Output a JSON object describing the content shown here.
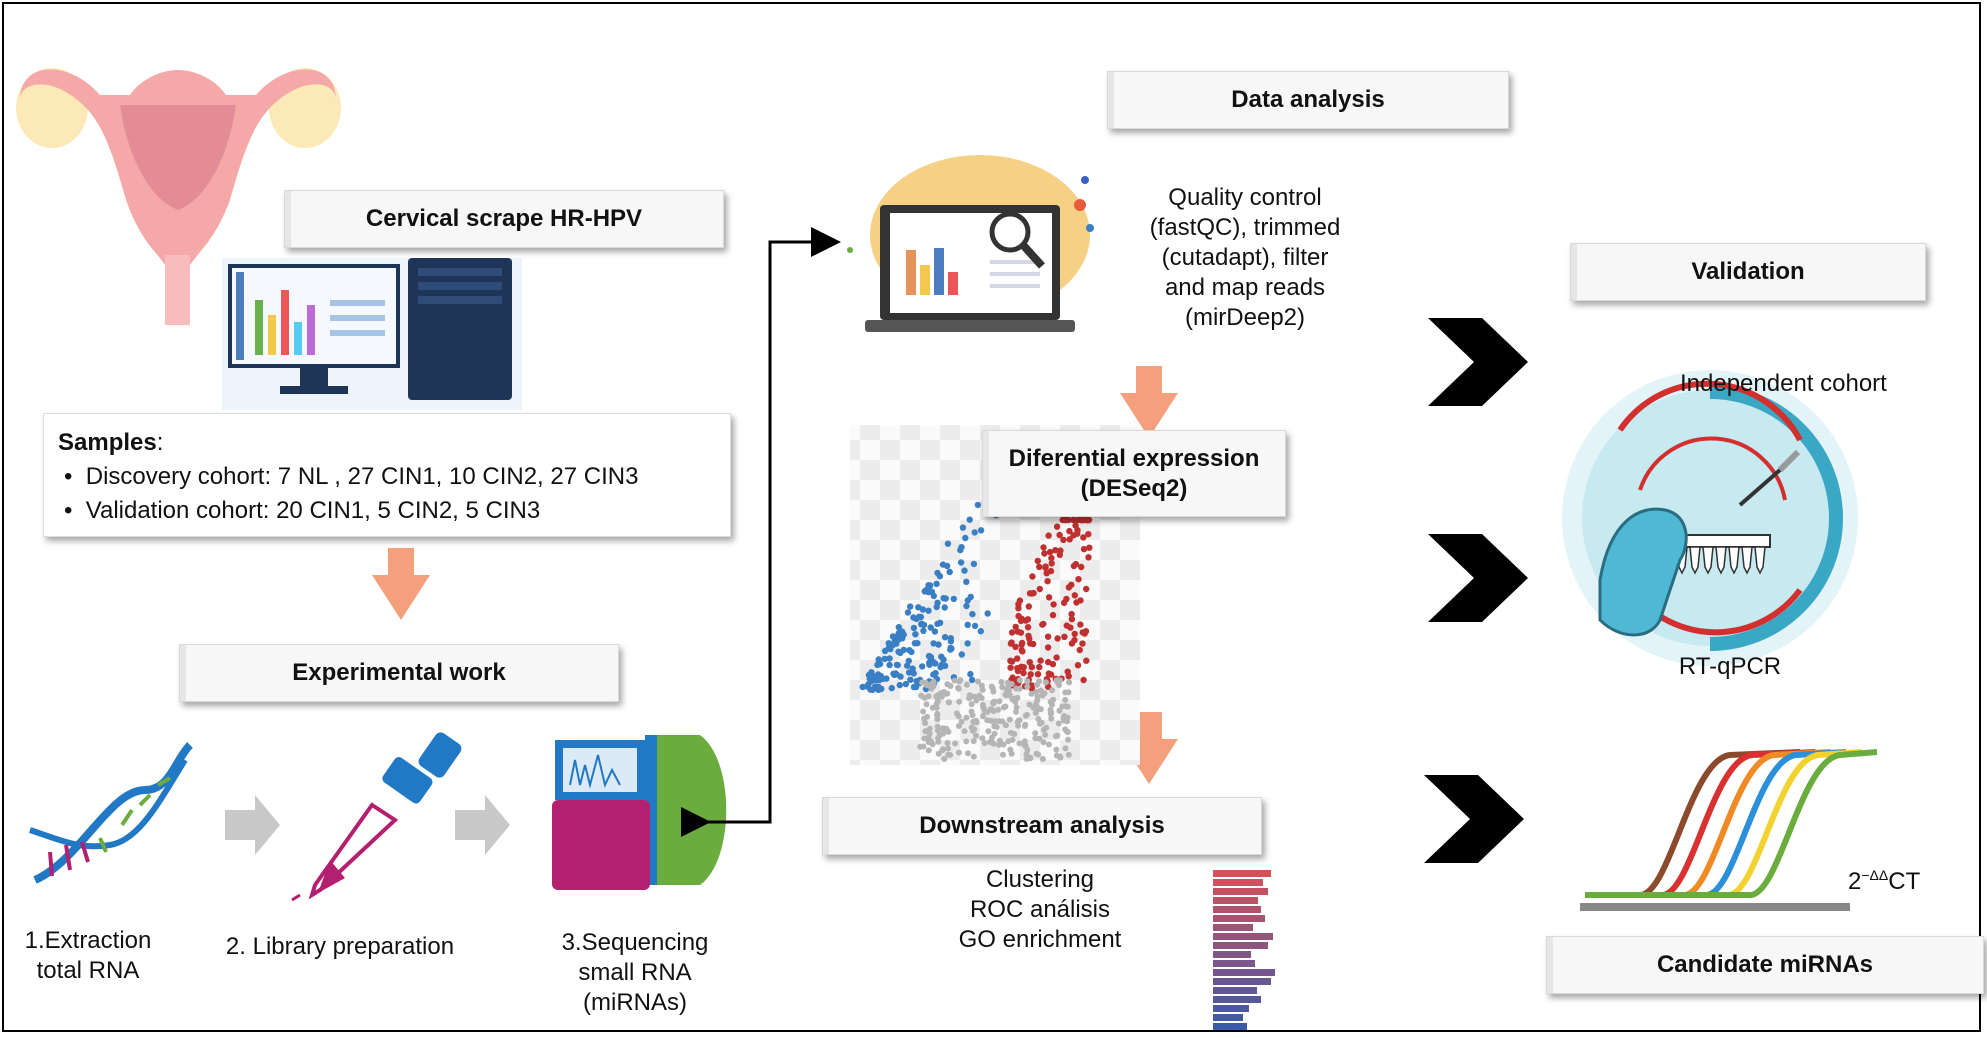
{
  "boxes": {
    "cervical_scrape": "Cervical scrape HR-HPV",
    "experimental_work": "Experimental work",
    "data_analysis": "Data analysis",
    "differential_expression_line1": "Diferential expression",
    "differential_expression_line2": "(DESeq2)",
    "downstream_analysis": "Downstream analysis",
    "validation": "Validation",
    "candidate_mirnas": "Candidate miRNAs"
  },
  "samples": {
    "heading": "Samples",
    "colon": ":",
    "discovery": "Discovery cohort: 7 NL , 27 CIN1, 10 CIN2, 27 CIN3",
    "validation": "Validation cohort: 20 CIN1, 5 CIN2, 5 CIN3"
  },
  "steps": {
    "extraction_line1": "1.Extraction",
    "extraction_line2": "total RNA",
    "library": "2. Library preparation",
    "sequencing_line1": "3.Sequencing",
    "sequencing_line2": "small RNA",
    "sequencing_line3": "(miRNAs)"
  },
  "qc": {
    "line1": "Quality control",
    "line2": "(fastQC), trimmed",
    "line3": "(cutadapt), filter",
    "line4": "and map reads",
    "line5": "(mirDeep2)"
  },
  "downstream": {
    "line1": "Clustering",
    "line2": "ROC análisis",
    "line3": "GO enrichment"
  },
  "validation_panel": {
    "cohort": "Independent cohort",
    "method": "RT-qPCR",
    "formula_base": "2",
    "formula_exp": "−ΔΔ",
    "formula_suffix": "CT"
  },
  "colors": {
    "arrow_orange": "#f4a07c",
    "blue_points": "#3a7fc4",
    "red_points": "#c03030",
    "grey_points": "#b5b5b5",
    "magenta": "#b3206f",
    "green": "#6aad3e"
  }
}
